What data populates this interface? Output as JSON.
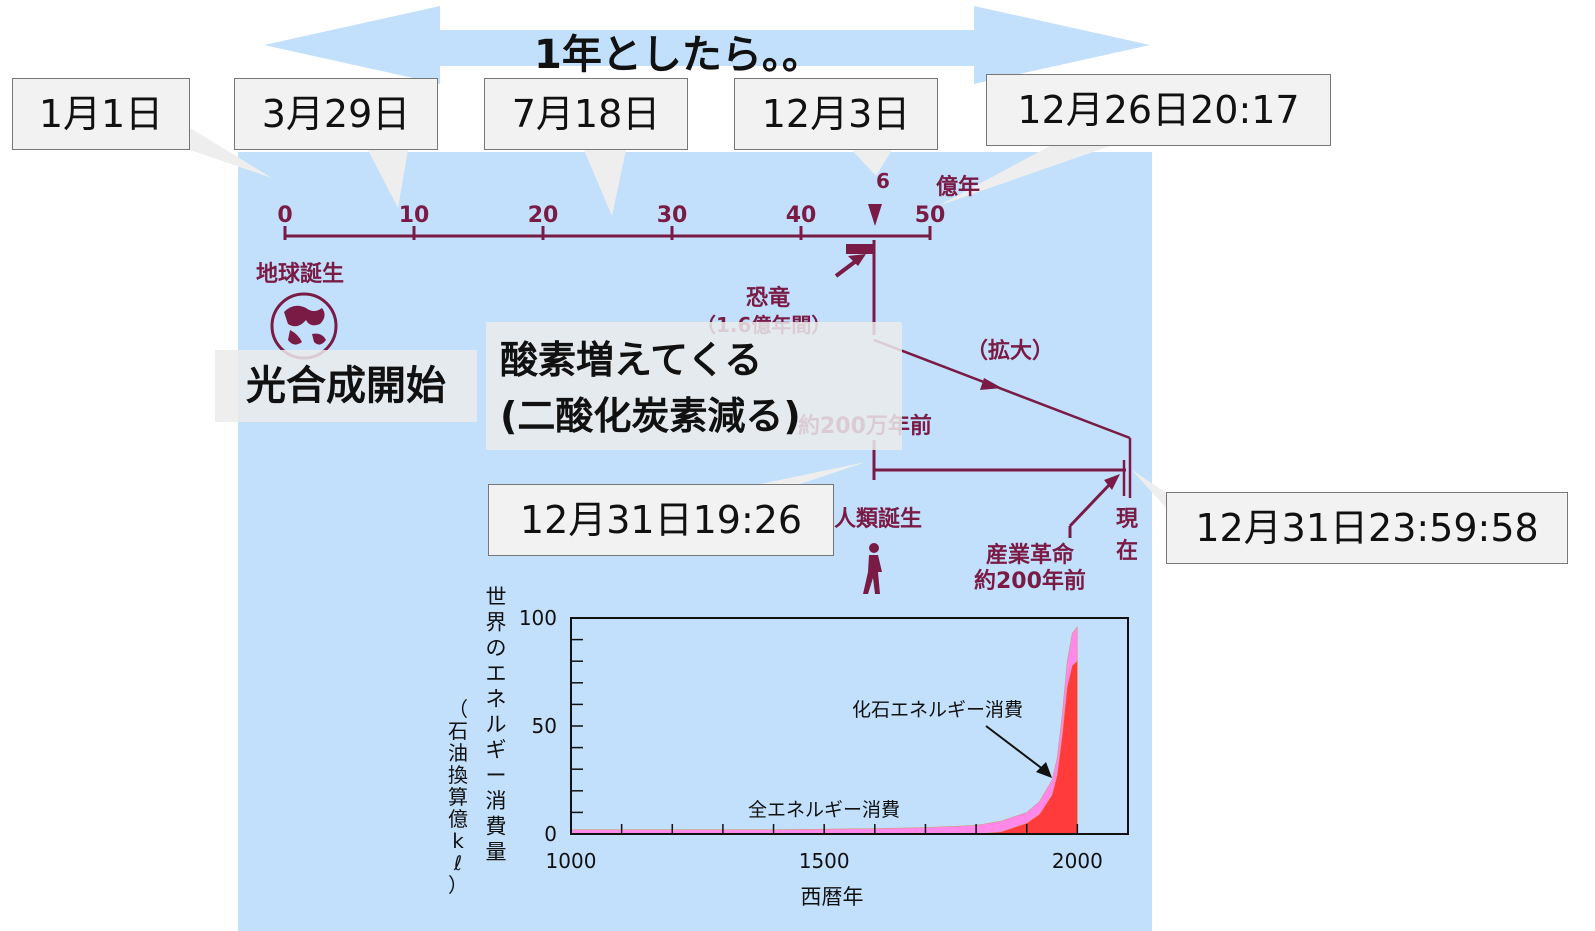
{
  "title": "1年としたら。。",
  "callouts": {
    "jan1": "1月1日",
    "mar29": "3月29日",
    "jul18": "7月18日",
    "dec3": "12月3日",
    "dec26": "12月26日20:17",
    "dec31a": "12月31日19:26",
    "dec31b": "12月31日23:59:58"
  },
  "notes": {
    "photosynthesis": "光合成開始",
    "oxygen_line1": "酸素増えてくる",
    "oxygen_line2": "(二酸化炭素減る)"
  },
  "timeline": {
    "ticks": [
      "0",
      "10",
      "20",
      "30",
      "40",
      "50"
    ],
    "unit": "億年",
    "marker": "6",
    "earth_birth": "地球誕生",
    "dinosaurs": "恐竜",
    "dinosaurs_span": "（1.6億年間）",
    "expand": "（拡大）",
    "years_ago": "約200万年前",
    "human_birth": "人類誕生",
    "industrial_rev": "産業革命",
    "industrial_ago": "約200年前",
    "now_1": "現",
    "now_2": "在"
  },
  "colors": {
    "maroon": "#7a1b45",
    "panel": "#c2e0fb",
    "banner": "#c2e0fb",
    "fossil": "#ff3b3b",
    "total": "#ff88e8"
  },
  "chart_data": {
    "type": "area",
    "ylabel": "世界のエネルギー消費量",
    "ylabel_unit": "（石油換算億kℓ）",
    "xlabel": "西暦年",
    "xlim": [
      1000,
      2100
    ],
    "ylim": [
      0,
      100
    ],
    "x_ticks": [
      "1000",
      "1500",
      "2000"
    ],
    "y_ticks": [
      "0",
      "50",
      "100"
    ],
    "series": [
      {
        "name": "全エネルギー消費",
        "x": [
          1000,
          1200,
          1400,
          1600,
          1700,
          1800,
          1850,
          1900,
          1925,
          1950,
          1960,
          1970,
          1980,
          1990,
          2000
        ],
        "values": [
          2,
          2,
          2,
          2.5,
          3,
          4,
          6,
          10,
          15,
          25,
          35,
          55,
          80,
          93,
          96
        ]
      },
      {
        "name": "化石エネルギー消費",
        "x": [
          1000,
          1800,
          1850,
          1900,
          1925,
          1950,
          1960,
          1970,
          1980,
          1990,
          2000
        ],
        "values": [
          0,
          0,
          1,
          5,
          9,
          18,
          27,
          45,
          68,
          78,
          80
        ]
      }
    ]
  }
}
